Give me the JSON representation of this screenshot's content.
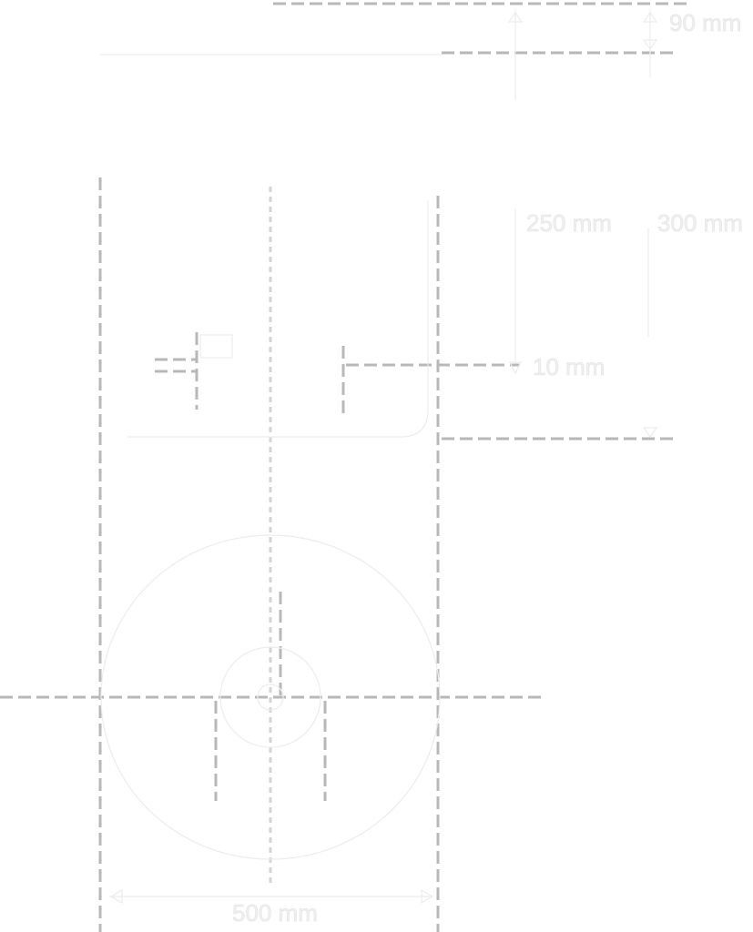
{
  "dimensions": {
    "top_right": "90 mm",
    "right_left": "250 mm",
    "right_right": "300 mm",
    "middle_right": "10 mm",
    "bottom": "500 mm"
  },
  "colors": {
    "dash": "#b8b8b8",
    "outline": "#ececec"
  }
}
